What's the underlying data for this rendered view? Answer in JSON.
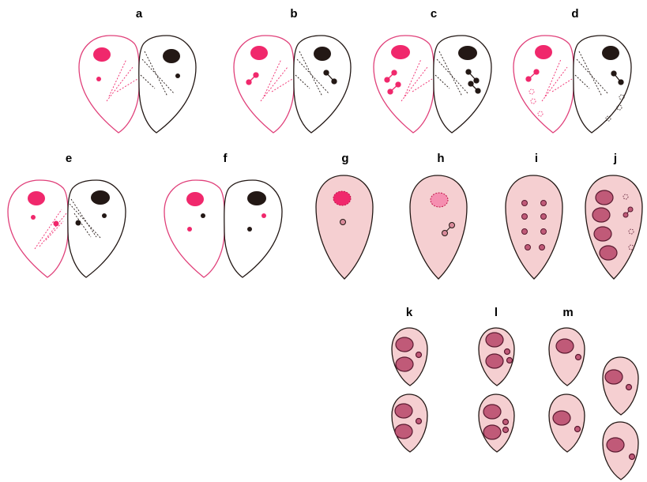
{
  "panels": {
    "a": "a",
    "b": "b",
    "c": "c",
    "d": "d",
    "e": "e",
    "f": "f",
    "g": "g",
    "h": "h",
    "i": "i",
    "j": "j",
    "k": "k",
    "l": "l",
    "m": "m"
  },
  "colors": {
    "pink": "#f0286c",
    "pink_outline": "#e0407a",
    "black": "#231815",
    "cell_fill": "#f5cfd1",
    "body_fill": "#c05a78",
    "body_stroke": "#5a1a30",
    "light_nucleus": "#f58fb0"
  }
}
